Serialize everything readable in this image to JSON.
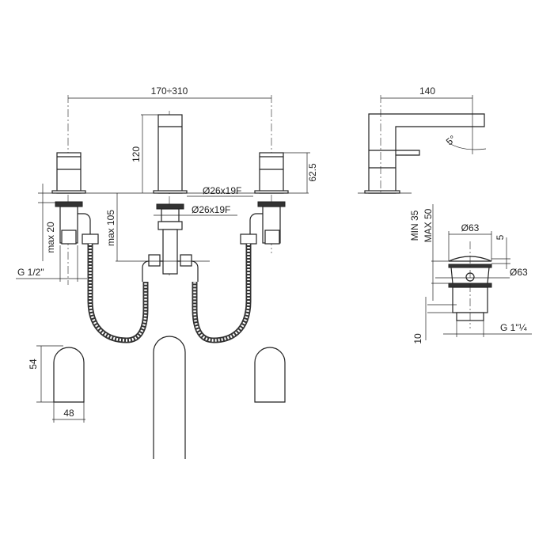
{
  "labels": {
    "overall_width": "170÷310",
    "spout_height": "120",
    "handle_height": "62.5",
    "hole_upper": "Ø26x19F",
    "hole_lower": "Ø26x19F",
    "max_deck": "max 20",
    "max_105": "max 105",
    "inlet_thread": "G 1/2\"",
    "handle_height_plan": "54",
    "handle_width_plan": "48",
    "spout_projection": "140",
    "spout_angle": "5°",
    "waste_min": "MIN 35",
    "waste_max": "MAX 50",
    "waste_top_dia": "Ø63",
    "waste_cap": "5",
    "waste_body_dia": "Ø63",
    "waste_tail": "10",
    "waste_thread": "G 1\"¼"
  }
}
